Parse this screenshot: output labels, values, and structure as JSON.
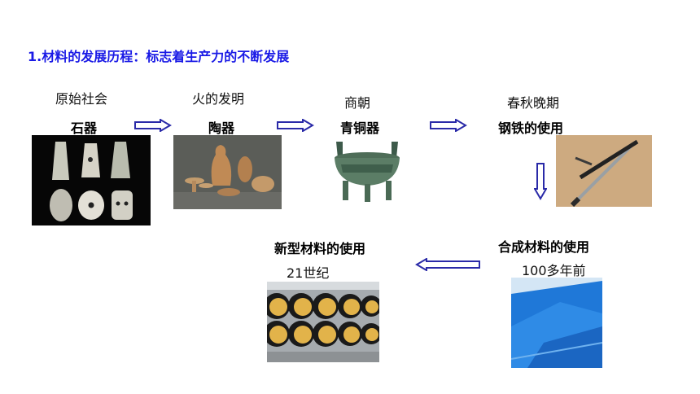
{
  "title": "1.材料的发展历程：标志着生产力的不断发展",
  "stages": [
    {
      "era": "原始社会",
      "material": "石器",
      "photo": "stone-tools-photo"
    },
    {
      "era": "火的发明",
      "material": "陶器",
      "photo": "pottery-photo"
    },
    {
      "era": "商朝",
      "material": "青铜器",
      "photo": "bronze-ding-photo"
    },
    {
      "era": "春秋晚期",
      "material": "钢铁的使用",
      "photo": "iron-sword-photo"
    },
    {
      "era": "100多年前",
      "material": "合成材料的使用",
      "photo": "blue-plastic-sheets-photo"
    },
    {
      "era": "21世纪",
      "material": "新型材料的使用",
      "photo": "corrugated-pipes-photo"
    }
  ],
  "colors": {
    "title": "#1a1ae6",
    "arrow_outline": "#2a2aa8",
    "arrow_fill": "#ffffff"
  },
  "arrow_icon": "double-line-arrow-icon"
}
